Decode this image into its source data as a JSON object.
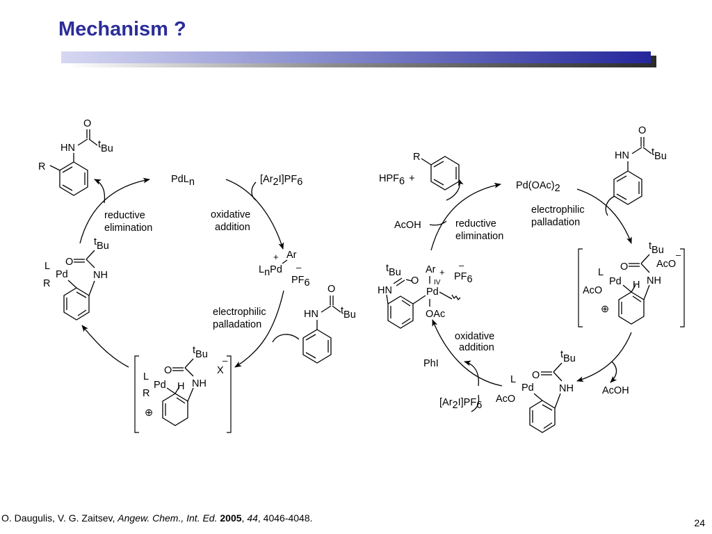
{
  "slide": {
    "title": "Mechanism ?",
    "page_number": "24",
    "footer": {
      "authors": "O. Daugulis, V. G. Zaitsev, ",
      "journal": "Angew. Chem., Int. Ed.",
      "year": "2005",
      "volume": "44",
      "pages": ", 4046-4048."
    }
  },
  "left_cycle": {
    "catalyst": "PdL",
    "catalyst_sub": "n",
    "reagent": "[Ar",
    "reagent_sub": "2",
    "reagent_end": "I]PF",
    "reagent_end_sub": "6",
    "step_oxidative": [
      "oxidative",
      "addition"
    ],
    "step_electrophilic": [
      "electrophilic",
      "palladation"
    ],
    "step_reductive": [
      "reductive",
      "elimination"
    ],
    "pdiv_ar": "Ar",
    "pdiv_l": "L",
    "pdiv_l_sub": "n",
    "pdiv_pd": "Pd",
    "pdiv_counterion": "PF",
    "pdiv_counterion_sub": "6",
    "product_hn": "HN",
    "product_o": "O",
    "product_tbu": "Bu",
    "product_t": "t",
    "product_r": "R",
    "substrate_hn": "HN",
    "substrate_o": "O",
    "substrate_tbu": "Bu",
    "substrate_t": "t",
    "palladacycle_l": "L",
    "palladacycle_r": "R",
    "palladacycle_pd": "Pd",
    "palladacycle_o": "O",
    "palladacycle_nh": "NH",
    "palladacycle_tbu": "Bu",
    "palladacycle_t": "t",
    "wheland_l": "L",
    "wheland_r": "R",
    "wheland_pd": "Pd",
    "wheland_h": "H",
    "wheland_o": "O",
    "wheland_nh": "NH",
    "wheland_tbu": "Bu",
    "wheland_t": "t",
    "wheland_x": "X"
  },
  "right_cycle": {
    "catalyst": "Pd(OAc)",
    "catalyst_sub": "2",
    "byproduct_hpf6": "HPF",
    "byproduct_hpf6_sub": "6",
    "plus": "+",
    "acoh_top": "AcOH",
    "acoh_bottom": "AcOH",
    "phi": "PhI",
    "reagent": "[Ar",
    "reagent_sub": "2",
    "reagent_end": "I]PF",
    "reagent_end_sub": "6",
    "step_electrophilic": [
      "electrophilic",
      "palladation"
    ],
    "step_oxidative": [
      "oxidative",
      "addition"
    ],
    "step_reductive": [
      "reductive",
      "elimination"
    ],
    "product_r": "R",
    "substrate_hn": "HN",
    "substrate_o": "O",
    "substrate_tbu": "Bu",
    "substrate_t": "t",
    "wheland_l": "L",
    "wheland_aco": "AcO",
    "wheland_aco_top": "AcO",
    "wheland_pd": "Pd",
    "wheland_h": "H",
    "wheland_o": "O",
    "wheland_nh": "NH",
    "wheland_tbu": "Bu",
    "wheland_t": "t",
    "palladacycle_l": "L",
    "palladacycle_aco": "AcO",
    "palladacycle_pd": "Pd",
    "palladacycle_o": "O",
    "palladacycle_nh": "NH",
    "palladacycle_tbu": "Bu",
    "palladacycle_t": "t",
    "pdiv_ar": "Ar",
    "pdiv_iv": "IV",
    "pdiv_pd": "Pd",
    "pdiv_oac": "OAc",
    "pdiv_o": "O",
    "pdiv_hn": "HN",
    "pdiv_tbu": "Bu",
    "pdiv_t": "t",
    "pdiv_counterion": "PF",
    "pdiv_counterion_sub": "6"
  },
  "charges": {
    "plus": "+",
    "minus": "–",
    "circled_plus": "⊕"
  }
}
